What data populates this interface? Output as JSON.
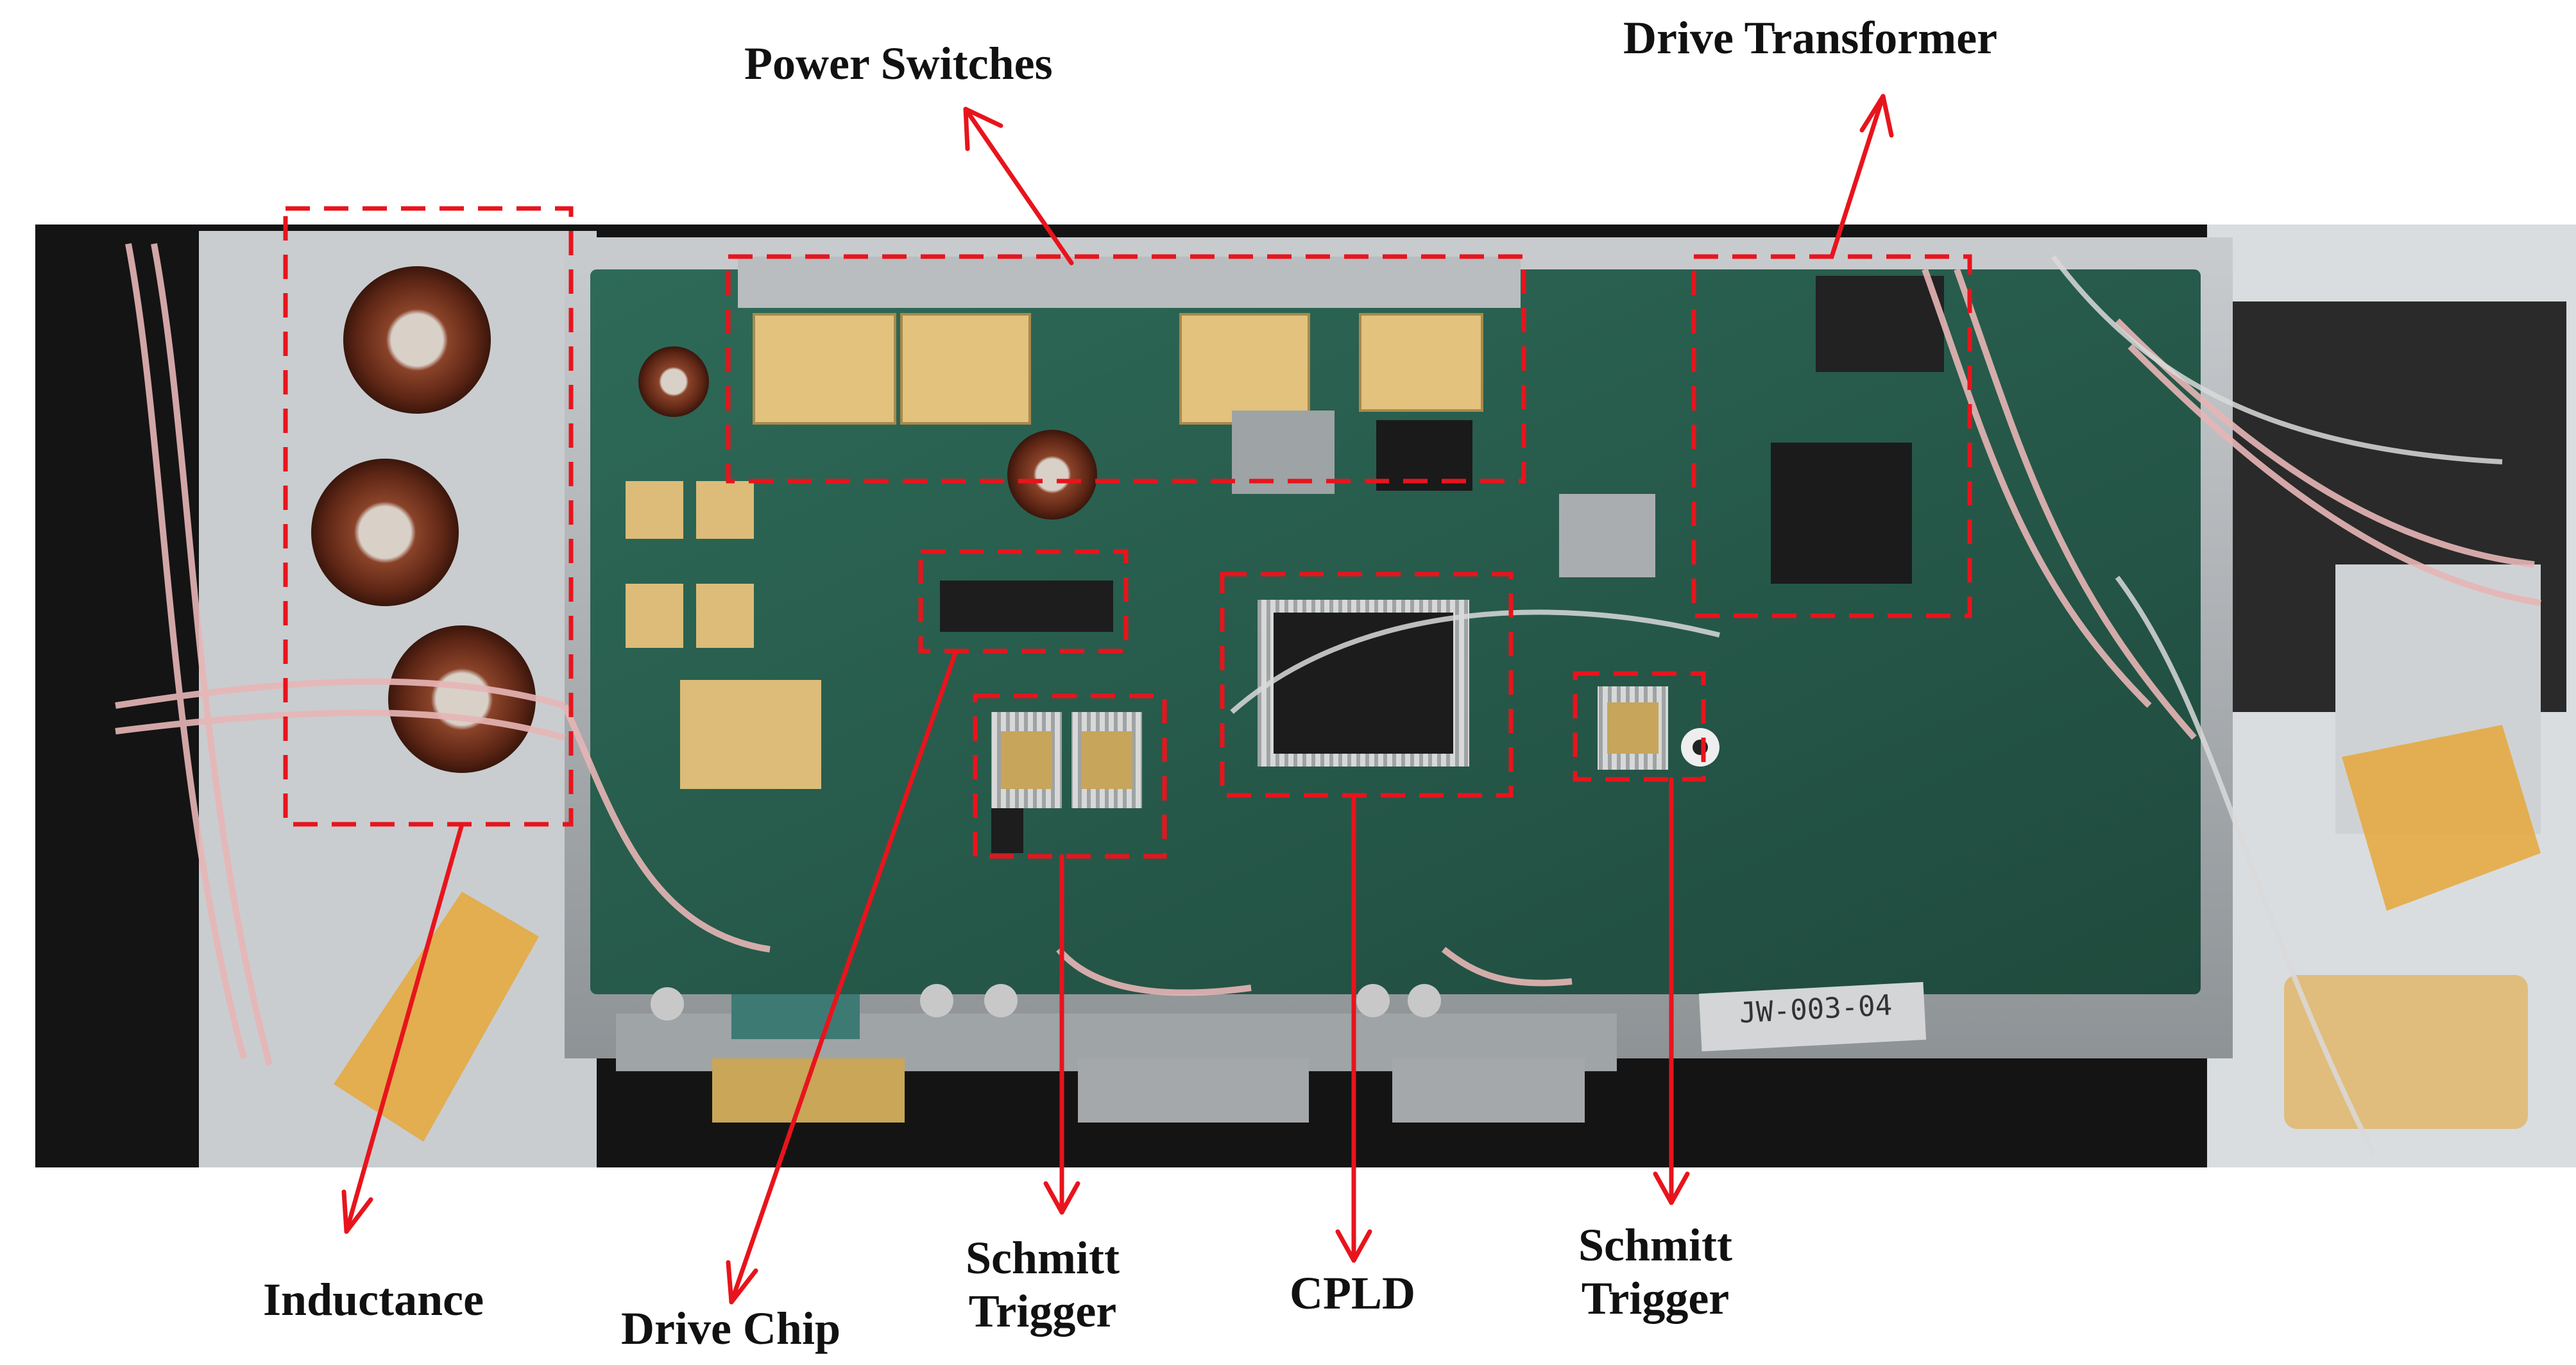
{
  "labels": {
    "power_switches": "Power Switches",
    "drive_transformer": "Drive Transformer",
    "inductance": "Inductance",
    "drive_chip": "Drive Chip",
    "schmitt_trigger_1_line1": "Schmitt",
    "schmitt_trigger_1_line2": "Trigger",
    "cpld": "CPLD",
    "schmitt_trigger_2_line1": "Schmitt",
    "schmitt_trigger_2_line2": "Trigger"
  },
  "board_markings": {
    "tag_text": "JW-003-04"
  },
  "colors": {
    "annotation": "#e8141c",
    "pcb": "#2c5e4e",
    "background_dark": "#111111",
    "gold_pad": "#e2c27c",
    "coil_copper": "#7a3a22"
  }
}
